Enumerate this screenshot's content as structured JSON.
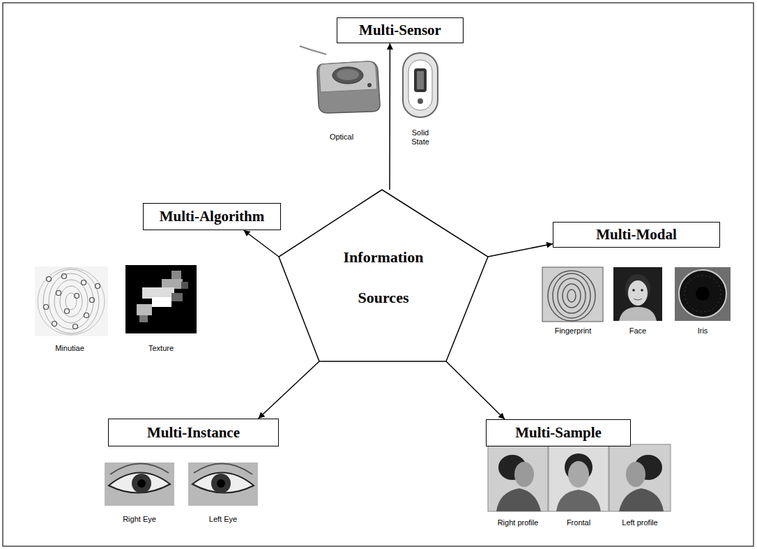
{
  "diagram": {
    "nodes": [
      {
        "text": [
          "Multi-Sensor"
        ]
      },
      {
        "text": [
          "Multi-Algorithm"
        ]
      },
      {
        "text": [
          "Information Sources"
        ]
      },
      {
        "text": [
          "Multi-Modal"
        ]
      },
      {
        "text": [
          "Multi-Instance"
        ]
      },
      {
        "text": [
          "Multi-Sample"
        ]
      }
    ],
    "edges": [
      {
        "from": 2,
        "to": 0,
        "arrow": "to"
      },
      {
        "from": 2,
        "to": 1,
        "arrow": "to"
      },
      {
        "from": 2,
        "to": 3,
        "arrow": "to"
      },
      {
        "from": 2,
        "to": 4,
        "arrow": "to"
      },
      {
        "from": 2,
        "to": 5,
        "arrow": "to"
      }
    ],
    "labels": [
      "Optical",
      "Solid State",
      "Minutiae",
      "Texture",
      "Fingerprint",
      "Face",
      "Iris",
      "Right Eye",
      "Left Eye",
      "Right profile",
      "Frontal",
      "Left profile"
    ]
  }
}
